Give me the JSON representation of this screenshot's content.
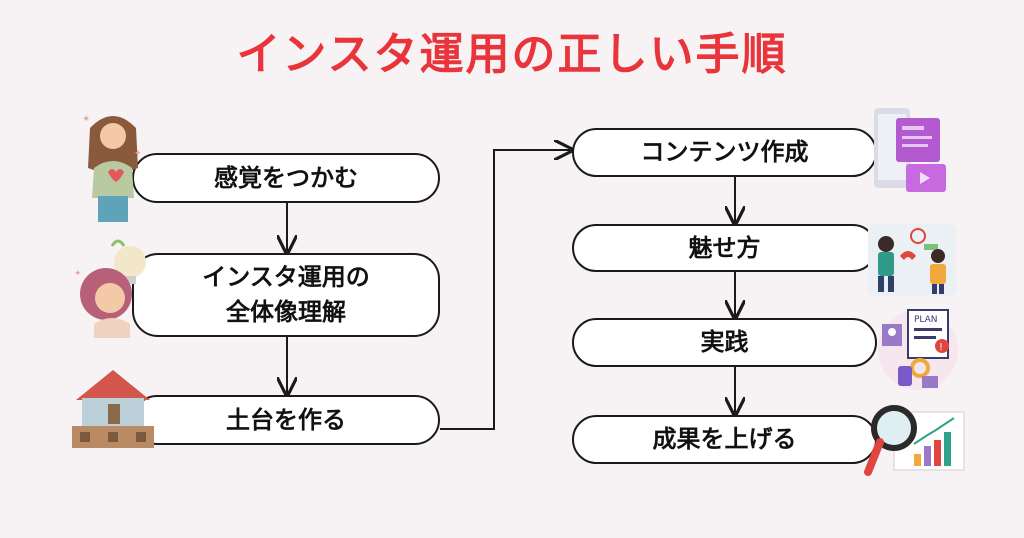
{
  "title": "インスタ運用の正しい手順",
  "steps": [
    {
      "label": "感覚をつかむ"
    },
    {
      "label": "インスタ運用の",
      "label2": "全体像理解"
    },
    {
      "label": "土台を作る"
    },
    {
      "label": "コンテンツ作成"
    },
    {
      "label": "魅せ方"
    },
    {
      "label": "実践"
    },
    {
      "label": "成果を上げる"
    }
  ],
  "illustrations": {
    "plan_label": "PLAN"
  },
  "colors": {
    "title": "#e8343a",
    "border": "#1a1a1a",
    "background": "#f7f3f4"
  }
}
